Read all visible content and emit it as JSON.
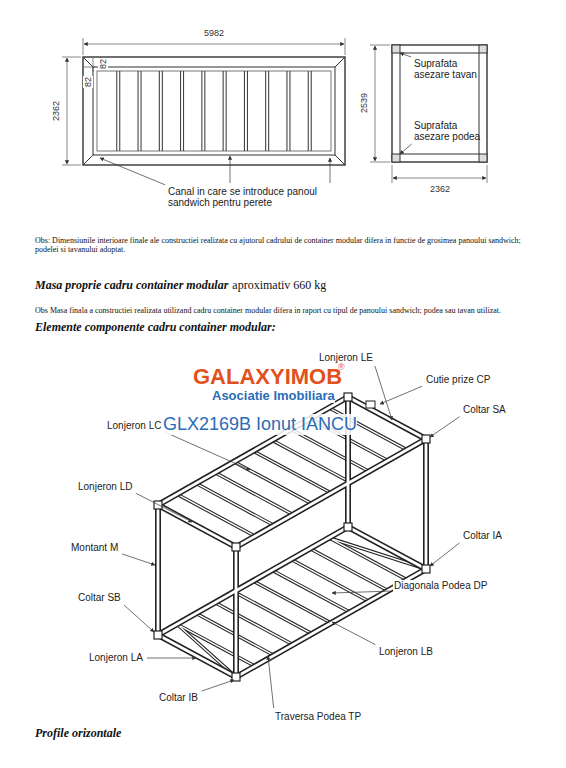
{
  "diagram": {
    "labels": [
      "5982",
      "82",
      "82",
      "2362",
      "Suprafata asezare tavan",
      "Suprafata asezare podea",
      "2539",
      "2362",
      "Canal in care se introduce panoul sandwich pentru perete",
      "Obs: Dimensiunile interioare finale ale constructiei realizata cu ajutorul cadrului de container modular difera in functie de grosimea panoului sandwich; podelei si tavanului adoptat.",
      "Masa proprie cadru container modular",
      "aproximativ 660 kg",
      "Obs Masa finala a constructiei realizata utilizand cadru container modular difera in raport cu tipul de panoului sandwich; podea sau tavan utilizat.",
      "Elemente componente cadru container modular:",
      "Lonjeron LE",
      "Cutie prize CP",
      "Coltar SA",
      "Lonjeron LC",
      "Lonjeron LD",
      "Coltar IA",
      "Montant M",
      "Coltar SB",
      "Diagonala Podea DP",
      "Lonjeron LA",
      "Lonjeron LB",
      "Coltar IB",
      "Traversa Podea TP",
      "GALAXYIMOB",
      "®",
      "Asociatie Imobiliara",
      "GLX2169B Ionut IANCU",
      "Profile orizontale"
    ]
  }
}
